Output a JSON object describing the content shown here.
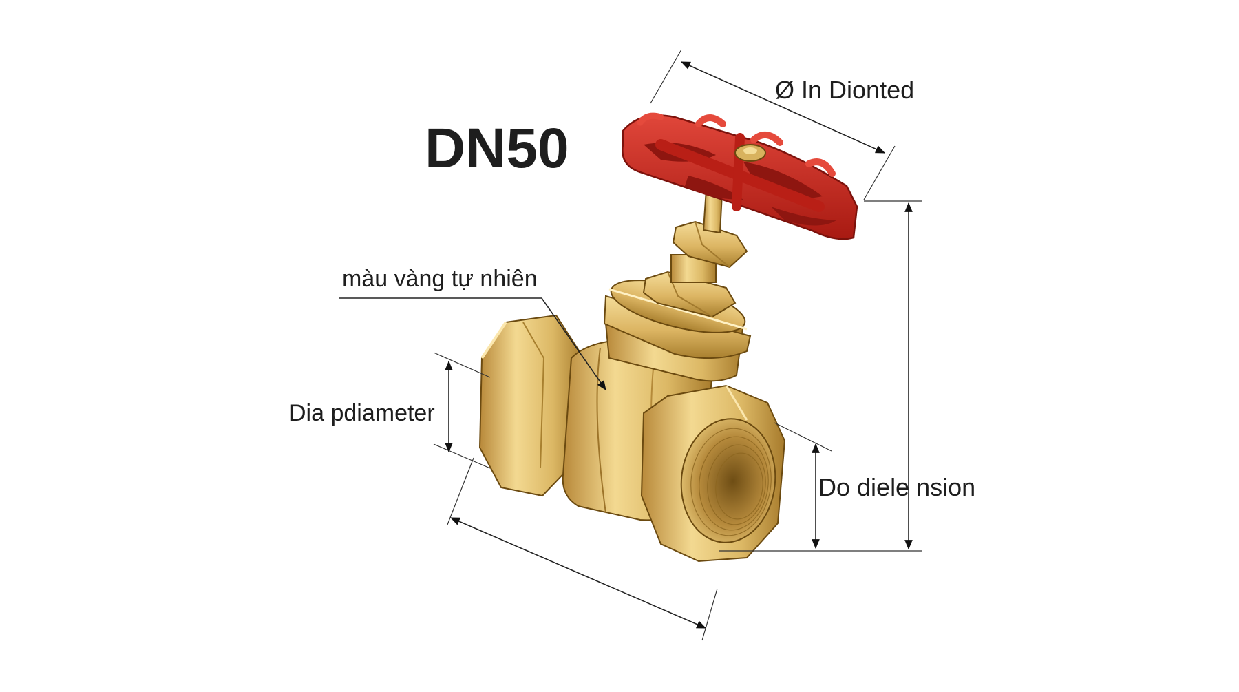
{
  "title": "DN50",
  "labels": {
    "handwheel_dimension": "Ø In Dionted",
    "material_callout": "màu vàng tự nhiên",
    "port_diameter": "Dia pdiameter",
    "height_dimension": "Do diele nsion"
  },
  "colors": {
    "background": "#ffffff",
    "brass_light": "#f1d58c",
    "brass_mid": "#d9b45f",
    "brass_dark": "#a97f2e",
    "handwheel_red": "#c8261c",
    "handwheel_dark": "#8e1610",
    "text": "#1e1e1e"
  },
  "icons": [
    "gate-valve-illustration",
    "red-handwheel",
    "dimension-arrow"
  ]
}
